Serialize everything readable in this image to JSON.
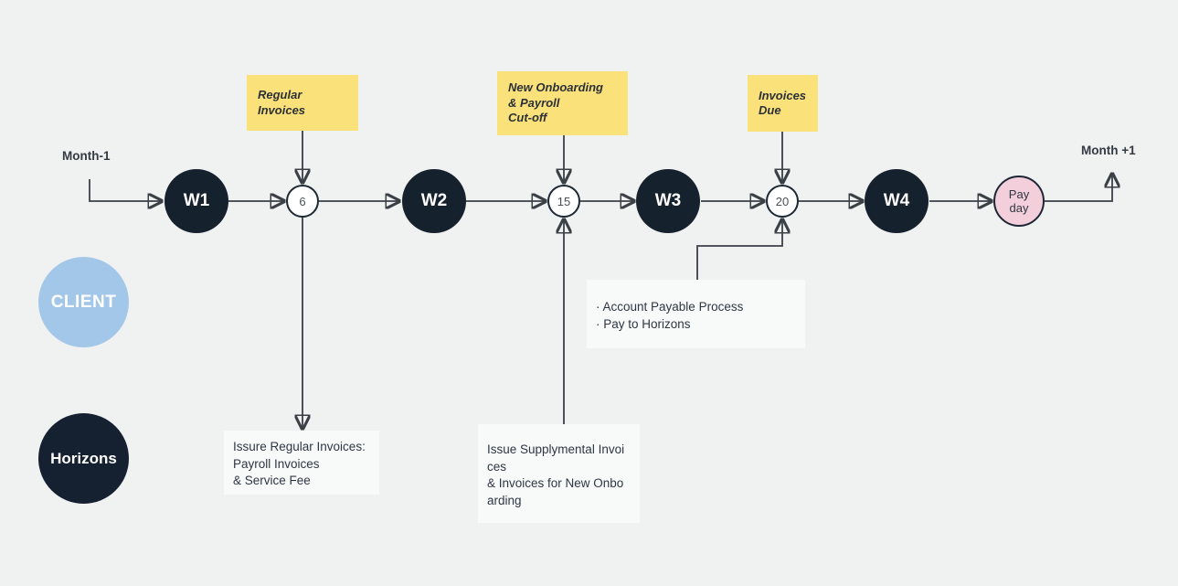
{
  "colors": {
    "background": "#F0F1F1",
    "week_node_fill": "#16212E",
    "date_node_border": "#1D2834",
    "client_fill": "#A3C7E8",
    "horizons_fill": "#152030",
    "payday_fill": "#F3CEDB",
    "sticky_note_fill": "#FBE179",
    "callout_fill": "#F8F9F9",
    "connector": "#3A4046",
    "text": "#2E3744"
  },
  "timeline": {
    "start_label": "Month-1",
    "end_label": "Month +1",
    "nodes": [
      {
        "label": "W1",
        "type": "week"
      },
      {
        "label": "6",
        "type": "date"
      },
      {
        "label": "W2",
        "type": "week"
      },
      {
        "label": "15",
        "type": "date"
      },
      {
        "label": "W3",
        "type": "week"
      },
      {
        "label": "20",
        "type": "date"
      },
      {
        "label": "W4",
        "type": "week"
      },
      {
        "label": "Pay\nday",
        "type": "payday"
      }
    ]
  },
  "sticky_notes": [
    {
      "text": "Regular Invoices"
    },
    {
      "text": "New Onboarding\n& Payroll\nCut-off"
    },
    {
      "text": "Invoices\nDue"
    }
  ],
  "actors": [
    {
      "label": "CLIENT"
    },
    {
      "label": "Horizons"
    }
  ],
  "callouts": [
    {
      "text": "Issure Regular Invoices:\nPayroll Invoices\n& Service Fee"
    },
    {
      "text": "Issue Supplymental Invoi\nces\n& Invoices for New Onbo\narding"
    },
    {
      "text": "· Account Payable Process\n· Pay to Horizons"
    }
  ]
}
